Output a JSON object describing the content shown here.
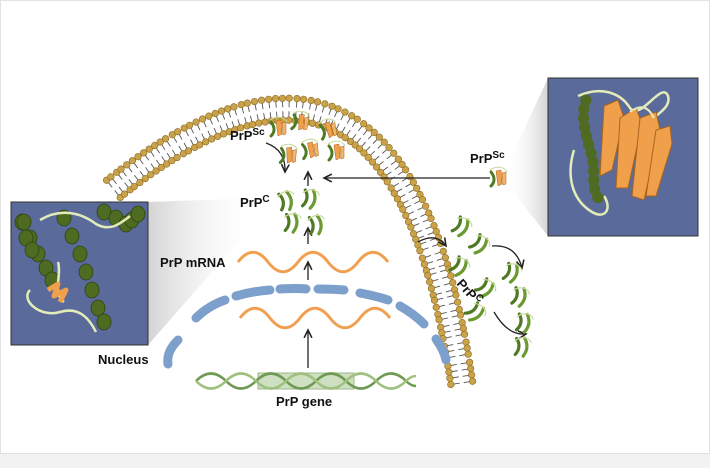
{
  "labels": {
    "prpsc_top": {
      "base": "PrP",
      "sup": "Sc"
    },
    "prpsc_right": {
      "base": "PrP",
      "sup": "Sc"
    },
    "prpc_center": {
      "base": "PrP",
      "sup": "C"
    },
    "prpc_membrane": {
      "base": "PrP",
      "sup": "C"
    },
    "prp_mrna": "PrP mRNA",
    "nucleus": "Nucleus",
    "prp_gene": "PrP gene"
  },
  "colors": {
    "panel_bg": "#5a6a9a",
    "helix_green": "#4f6b22",
    "strand_orange": "#f0a04a",
    "lipid_head": "#caa24a",
    "mrna_orange": "#f0a050",
    "nucleus_blue": "#7d9fcc",
    "dna_green": "#8fb27a"
  },
  "icons": [
    "prpc-structure-panel",
    "prpsc-structure-panel",
    "cell-membrane",
    "nuclear-envelope",
    "dna-helix"
  ]
}
